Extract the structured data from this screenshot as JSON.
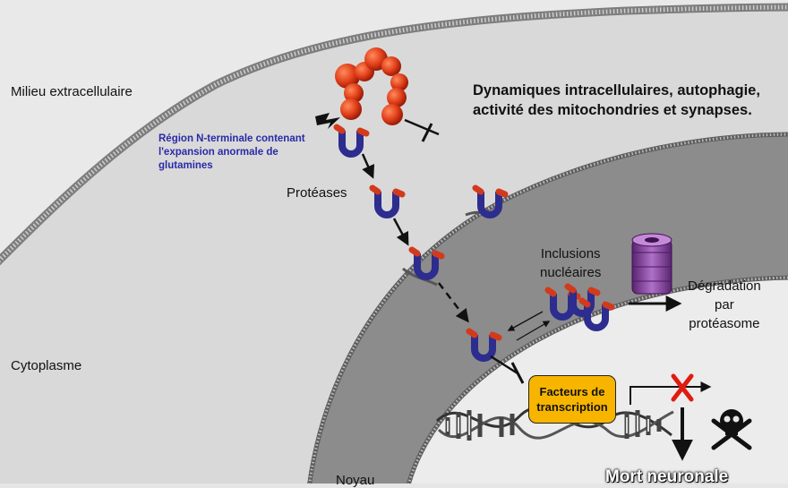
{
  "labels": {
    "extracellular": "Milieu extracellulaire",
    "cytoplasm": "Cytoplasme",
    "nucleus": "Noyau",
    "dynamics_line1": "Dynamiques intracellulaires, autophagie,",
    "dynamics_line2": "activité des mitochondries et synapses.",
    "nterm_line1": "Région N-terminale contenant",
    "nterm_line2": "l'expansion anormale de",
    "nterm_line3": "glutamines",
    "proteases": "Protéases",
    "inclusions_line1": "Inclusions",
    "inclusions_line2": "nucléaires",
    "degradation_line1": "Dégradation",
    "degradation_line2": "par",
    "degradation_line3": "protéasome",
    "tf_line1": "Facteurs de",
    "tf_line2": "transcription",
    "death": "Mort neuronale"
  },
  "colors": {
    "background": "#e6e6e6",
    "cell_interior": "#d9d9d9",
    "nuclear_envelope": "#8c8c8c",
    "nucleoplasm": "#ececec",
    "protein_red": "#d23a1c",
    "protein_blue": "#2d2c8f",
    "proteasome": "#8a3aa0",
    "transcription_factor": "#f7b500",
    "inhibition_x": "#e01b0f",
    "nterm_text": "#2a2aa8"
  },
  "icons": [
    "lightning-icon",
    "skull-crossbones-icon",
    "proteasome-icon",
    "dna-helix-icon"
  ]
}
